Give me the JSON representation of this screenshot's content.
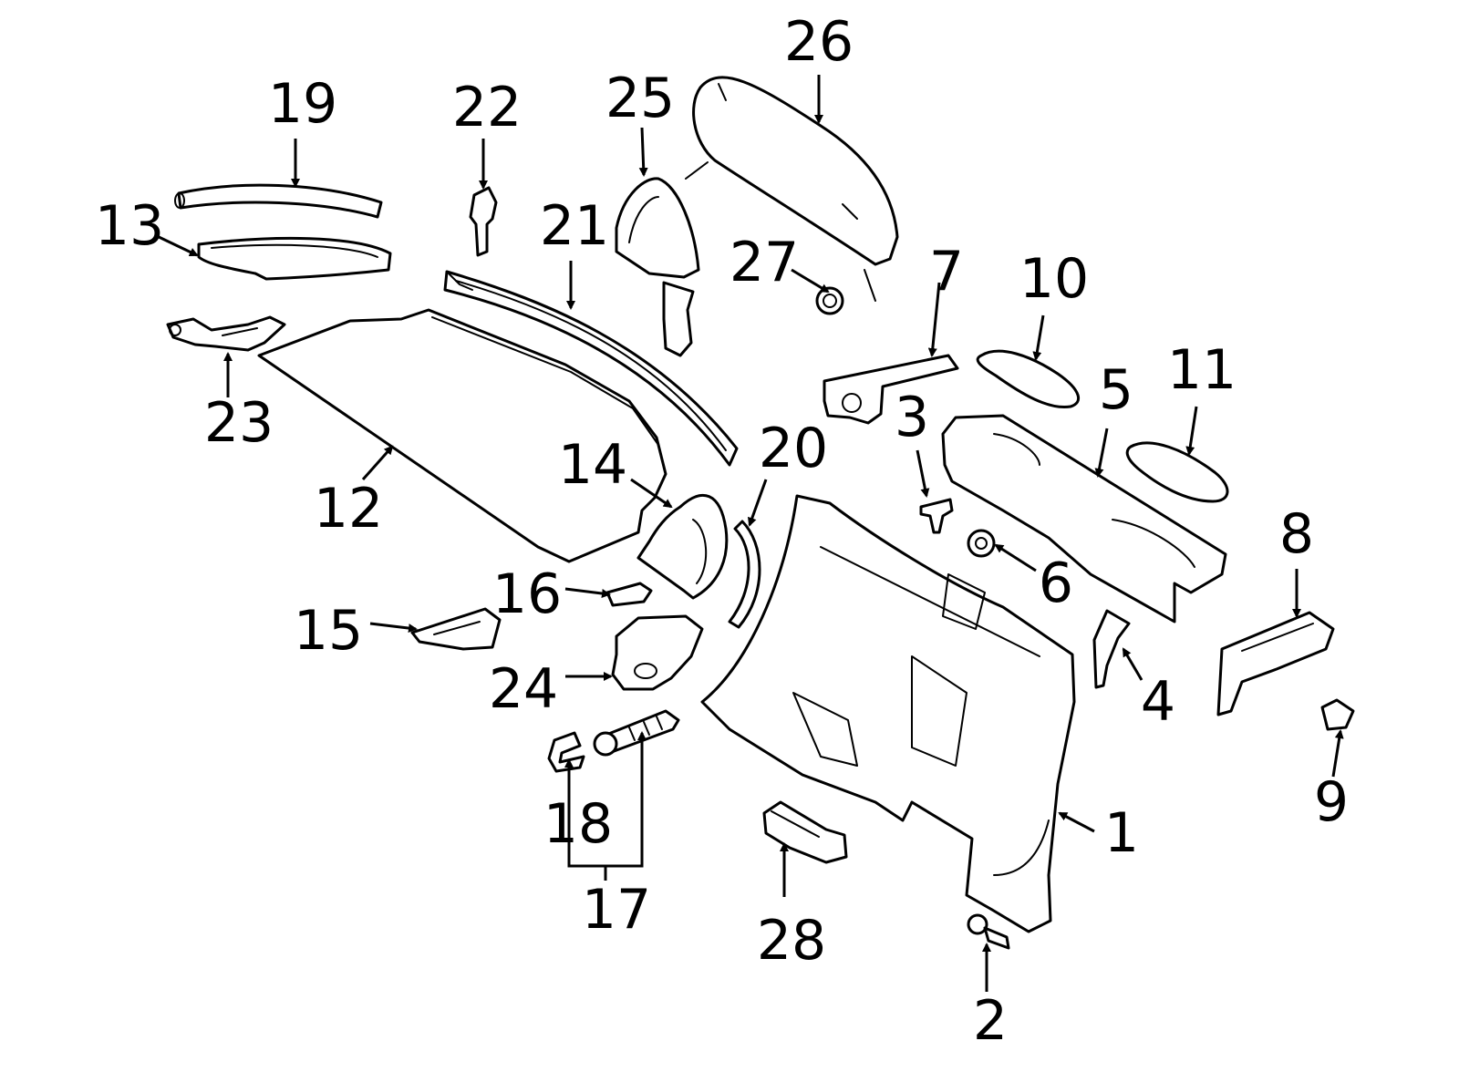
{
  "diagram": {
    "callouts": [
      {
        "key": "c1",
        "label": "1"
      },
      {
        "key": "c2",
        "label": "2"
      },
      {
        "key": "c3",
        "label": "3"
      },
      {
        "key": "c4",
        "label": "4"
      },
      {
        "key": "c5",
        "label": "5"
      },
      {
        "key": "c6",
        "label": "6"
      },
      {
        "key": "c7",
        "label": "7"
      },
      {
        "key": "c8",
        "label": "8"
      },
      {
        "key": "c9",
        "label": "9"
      },
      {
        "key": "c10",
        "label": "10"
      },
      {
        "key": "c11",
        "label": "11"
      },
      {
        "key": "c12",
        "label": "12"
      },
      {
        "key": "c13",
        "label": "13"
      },
      {
        "key": "c14",
        "label": "14"
      },
      {
        "key": "c15",
        "label": "15"
      },
      {
        "key": "c16",
        "label": "16"
      },
      {
        "key": "c17",
        "label": "17"
      },
      {
        "key": "c18",
        "label": "18"
      },
      {
        "key": "c19",
        "label": "19"
      },
      {
        "key": "c20",
        "label": "20"
      },
      {
        "key": "c21",
        "label": "21"
      },
      {
        "key": "c22",
        "label": "22"
      },
      {
        "key": "c23",
        "label": "23"
      },
      {
        "key": "c24",
        "label": "24"
      },
      {
        "key": "c25",
        "label": "25"
      },
      {
        "key": "c26",
        "label": "26"
      },
      {
        "key": "c27",
        "label": "27"
      },
      {
        "key": "c28",
        "label": "28"
      }
    ]
  }
}
